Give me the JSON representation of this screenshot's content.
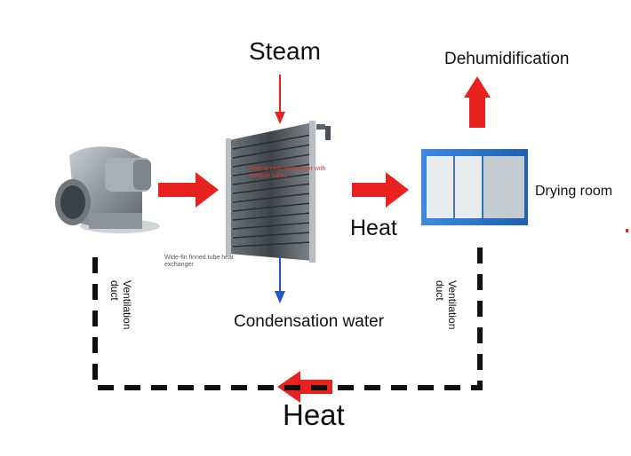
{
  "labels": {
    "steam": "Steam",
    "dehumidification": "Dehumidification",
    "drying_room": "Drying room",
    "heat_middle": "Heat",
    "heat_bottom": "Heat",
    "condensation_water": "Condensation water",
    "ventilation_duct_left_line1": "Ventilation",
    "ventilation_duct_left_line2": "duct",
    "ventilation_duct_right_line1": "Ventilation",
    "ventilation_duct_right_line2": "duct",
    "heat_exchanger_caption": "Wide-fin finned tube heat exchanger",
    "optical_exchanger_caption": "Optical heat exchanger with multiple tubes"
  },
  "colors": {
    "flow_arrow": "#e8231f",
    "condensate_arrow": "#1f56c8",
    "duct_line": "#111111",
    "blower_body": "#9aa3aa",
    "drying_room_body": "#2f79c9"
  },
  "icons": {
    "blower": "centrifugal-blower-icon",
    "heat_exchanger": "finned-tube-heat-exchanger-icon",
    "drying_room": "drying-room-container-icon"
  }
}
